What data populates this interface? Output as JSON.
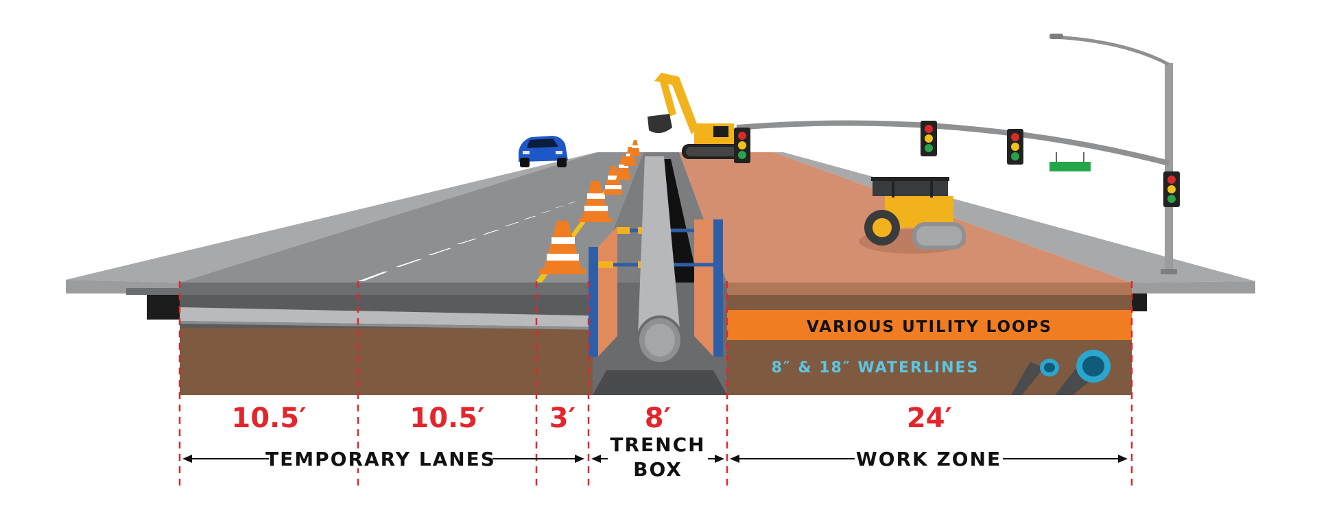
{
  "dimensions": {
    "lane_1": "10.5′",
    "lane_2": "10.5′",
    "shoulder": "3′",
    "trench_box": "8′",
    "work_zone": "24′"
  },
  "labels": {
    "temporary_lanes": "TEMPORARY LANES",
    "trench_box_line1": "TRENCH",
    "trench_box_line2": "BOX",
    "work_zone": "WORK ZONE",
    "utility_loops": "VARIOUS UTILITY LOOPS",
    "waterlines": "8″ & 18″ WATERLINES"
  },
  "colors": {
    "dimension_red": "#e3262b",
    "asphalt": "#8e8f91",
    "soil": "#7d5a40",
    "work_zone_surface": "#d48f70",
    "utility_band": "#f07d22",
    "waterline_blue": "#5cc6e3",
    "construction_yellow": "#f2b21c",
    "trench_box_blue": "#2f5ea8"
  }
}
